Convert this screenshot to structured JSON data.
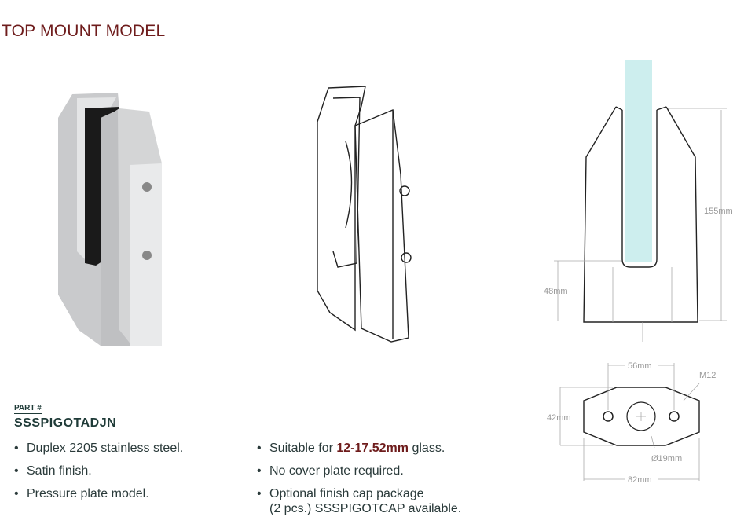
{
  "title": "TOP MOUNT MODEL",
  "part": {
    "label": "PART #",
    "number": "SSSPIGOTADJN"
  },
  "features_left": [
    "Duplex 2205 stainless steel.",
    "Satin finish.",
    "Pressure plate model."
  ],
  "features_right": {
    "item1_pre": "Suitable for ",
    "item1_highlight": "12-17.52mm",
    "item1_post": " glass.",
    "item2": "No cover plate required.",
    "item3_line1": "Optional finish cap package",
    "item3_line2": "(2 pcs.) SSSPIGOTCAP available."
  },
  "dimensions": {
    "height": "155mm",
    "base_height": "48mm",
    "hole_spacing": "56mm",
    "thread": "M12",
    "width": "42mm",
    "length": "82mm",
    "center_hole": "Ø19mm"
  },
  "colors": {
    "title": "#6e1c1c",
    "part": "#1f3b38",
    "glass": "#cdeeee"
  }
}
